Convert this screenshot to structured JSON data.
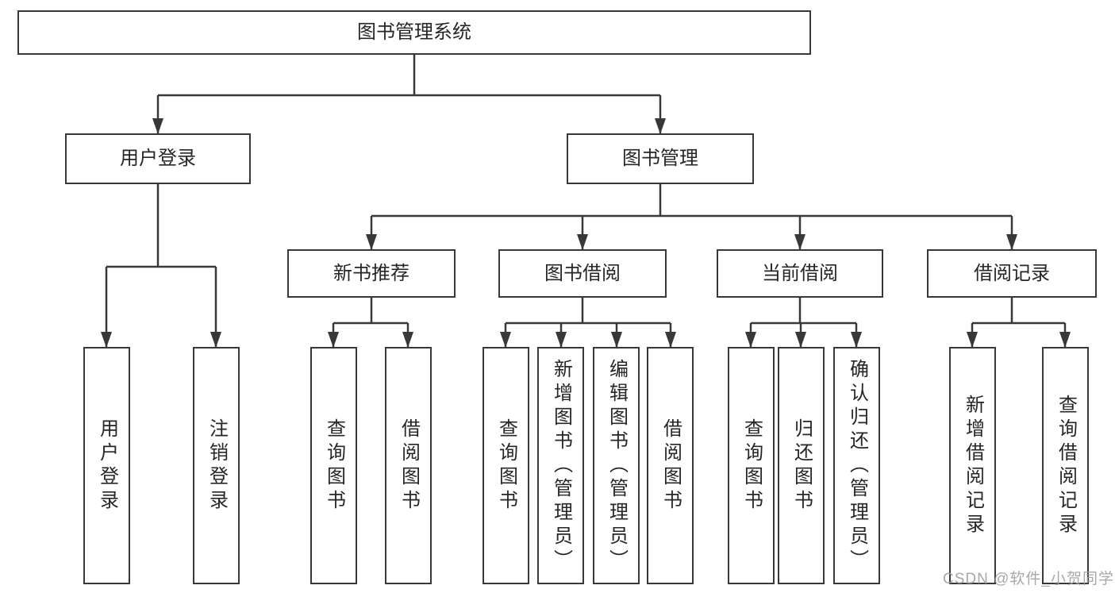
{
  "diagram": {
    "root": {
      "label": "图书管理系统"
    },
    "level2": [
      {
        "label": "用户登录"
      },
      {
        "label": "图书管理"
      }
    ],
    "level3": [
      {
        "label": "新书推荐"
      },
      {
        "label": "图书借阅"
      },
      {
        "label": "当前借阅"
      },
      {
        "label": "借阅记录"
      }
    ],
    "leaves": {
      "user_login": [
        {
          "label": "用户登录"
        },
        {
          "label": "注销登录"
        }
      ],
      "new_book": [
        {
          "label": "查询图书"
        },
        {
          "label": "借阅图书"
        }
      ],
      "book_borrow": [
        {
          "label": "查询图书"
        },
        {
          "label": "新增图书（管理员）"
        },
        {
          "label": "编辑图书（管理员）"
        },
        {
          "label": "借阅图书"
        }
      ],
      "current_borrow": [
        {
          "label": "查询图书"
        },
        {
          "label": "归还图书"
        },
        {
          "label": "确认归还（管理员）"
        }
      ],
      "borrow_record": [
        {
          "label": "新增借阅记录"
        },
        {
          "label": "查询借阅记录"
        }
      ]
    }
  },
  "watermark": {
    "text": "CSDN @软件_小贺同学"
  },
  "colors": {
    "line": "#383838",
    "box_border": "#383838",
    "text": "#262626",
    "background": "#ffffff",
    "watermark": "#9e9e9e"
  }
}
